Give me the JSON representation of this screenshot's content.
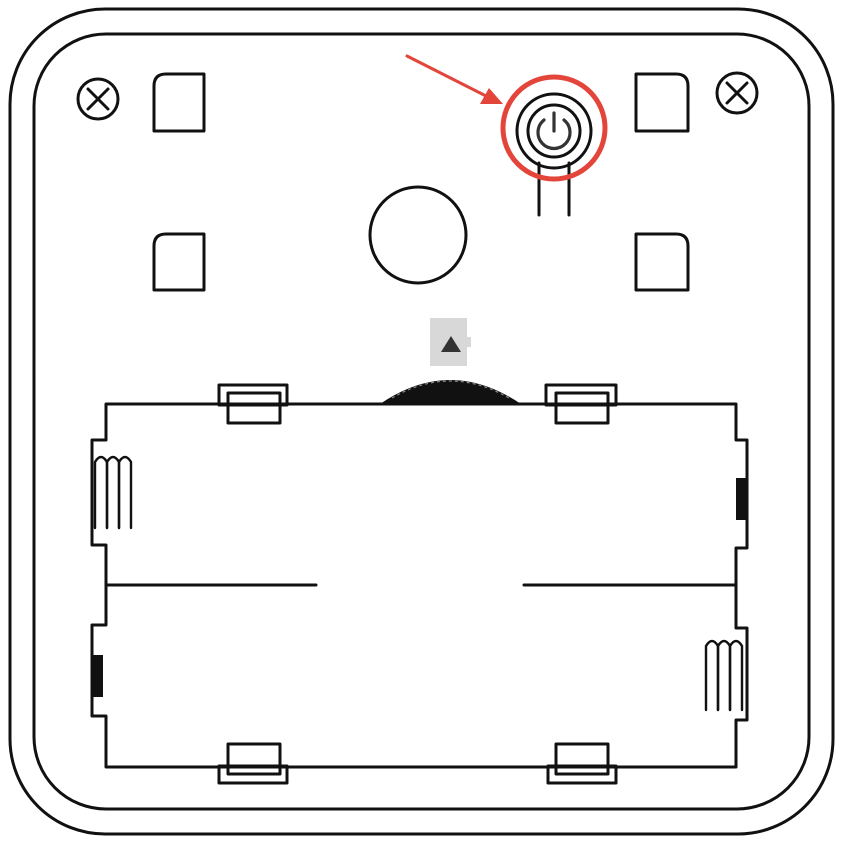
{
  "diagram": {
    "subject": "device-back-panel",
    "highlight_target": "power-button",
    "highlight_color": "#e4453a",
    "line_color": "#111111",
    "background": "#ffffff",
    "sd_card_color": "#d8d8d8",
    "icons": {
      "power": "power-icon",
      "screws": "screw-icon",
      "sd_card": "sd-card-icon",
      "batteries": "battery-compartment"
    }
  }
}
